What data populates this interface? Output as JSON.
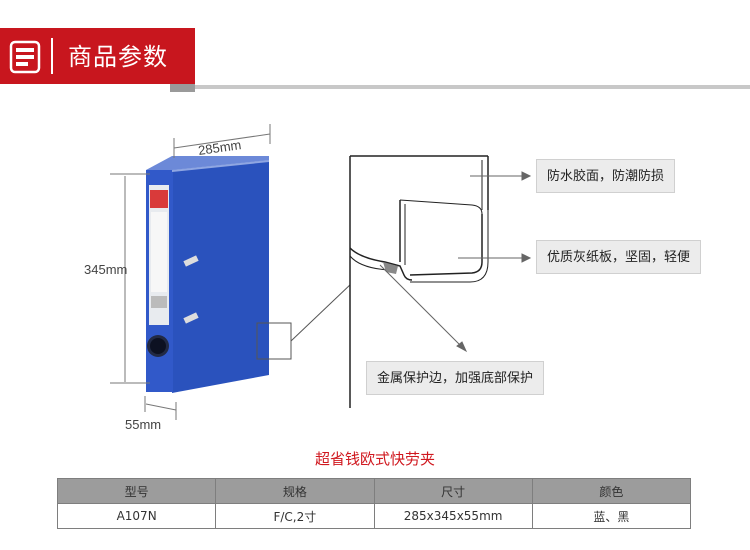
{
  "header": {
    "title": "商品参数",
    "icon": "document-icon",
    "accent_color": "#c8161e"
  },
  "dimensions": {
    "width": "285mm",
    "height": "345mm",
    "depth": "55mm"
  },
  "features": [
    "防水胶面，防潮防损",
    "优质灰纸板，坚固，轻便",
    "金属保护边，加强底部保护"
  ],
  "product_name": "超省钱欧式快劳夹",
  "spec_table": {
    "headers": [
      "型号",
      "规格",
      "尺寸",
      "颜色"
    ],
    "rows": [
      [
        "A107N",
        "F/C,2寸",
        "285x345x55mm",
        "蓝、黑"
      ]
    ]
  },
  "colors": {
    "binder_blue": "#2f58c7",
    "product_name_red": "#d0181f"
  }
}
